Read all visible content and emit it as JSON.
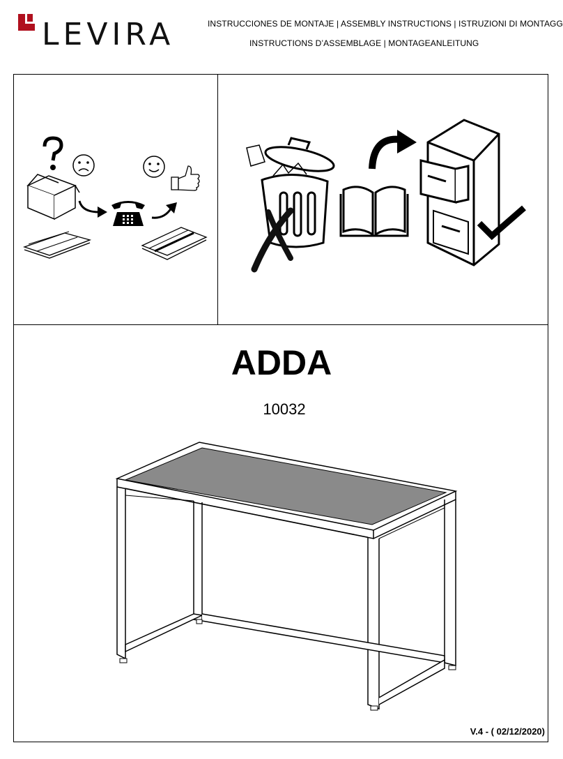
{
  "brand": {
    "name": "LEVIRA",
    "mark_color": "#b0101e"
  },
  "header": {
    "line1": "INSTRUCCIONES DE MONTAJE | ASSEMBLY INSTRUCTIONS | ISTRUZIONI DI MONTAGGIO",
    "line2": "INSTRUCTIONS D’ASSEMBLAGE | MONTAGEANLEITUNG"
  },
  "product": {
    "name": "ADDA",
    "code": "10032"
  },
  "footer": {
    "version": "V.4 - ( 02/12/2020)"
  },
  "icons": {
    "left_panel": [
      "question-icon",
      "sad-face-icon",
      "open-box-icon",
      "telephone-icon",
      "happy-face-icon",
      "thumbs-up-icon",
      "panels-icon"
    ],
    "right_panel": [
      "trash-bin-icon",
      "cross-icon",
      "open-book-icon",
      "curved-arrow-icon",
      "filing-cabinet-icon",
      "checkmark-icon"
    ]
  }
}
